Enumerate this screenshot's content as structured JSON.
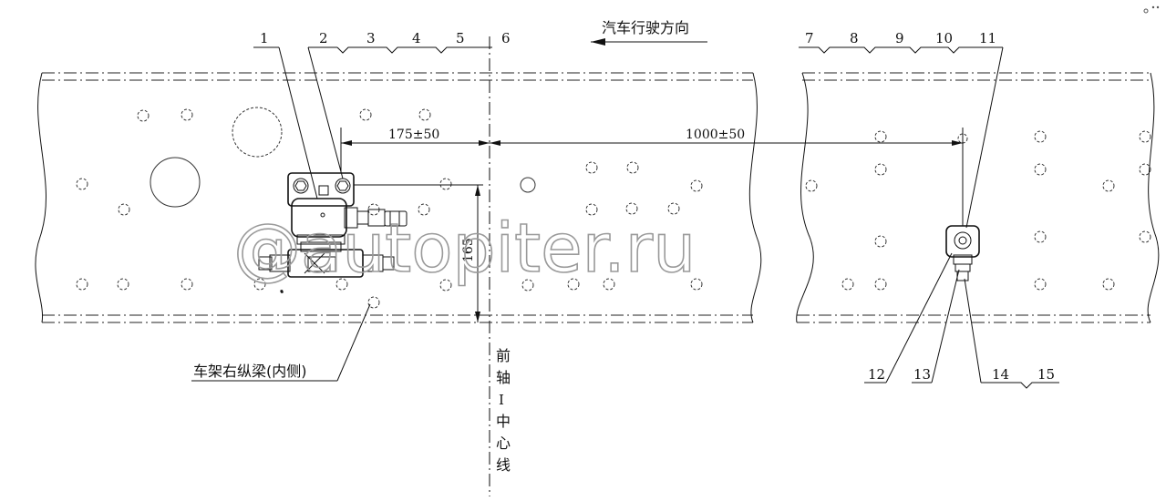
{
  "direction_label": "汽车行驶方向",
  "frame_label": "车架右纵梁(内侧)",
  "axle_label": [
    "前",
    "轴",
    "I",
    "中",
    "心",
    "线"
  ],
  "dimensions": {
    "d1": "175±50",
    "d2": "1000±50",
    "d3": "165"
  },
  "callouts": {
    "n1": "1",
    "n2": "2",
    "n3": "3",
    "n4": "4",
    "n5": "5",
    "n6": "6",
    "n7": "7",
    "n8": "8",
    "n9": "9",
    "n10": "10",
    "n11": "11",
    "n12": "12",
    "n13": "13",
    "n14": "14",
    "n15": "15"
  },
  "watermark": "@autopiter.ru"
}
